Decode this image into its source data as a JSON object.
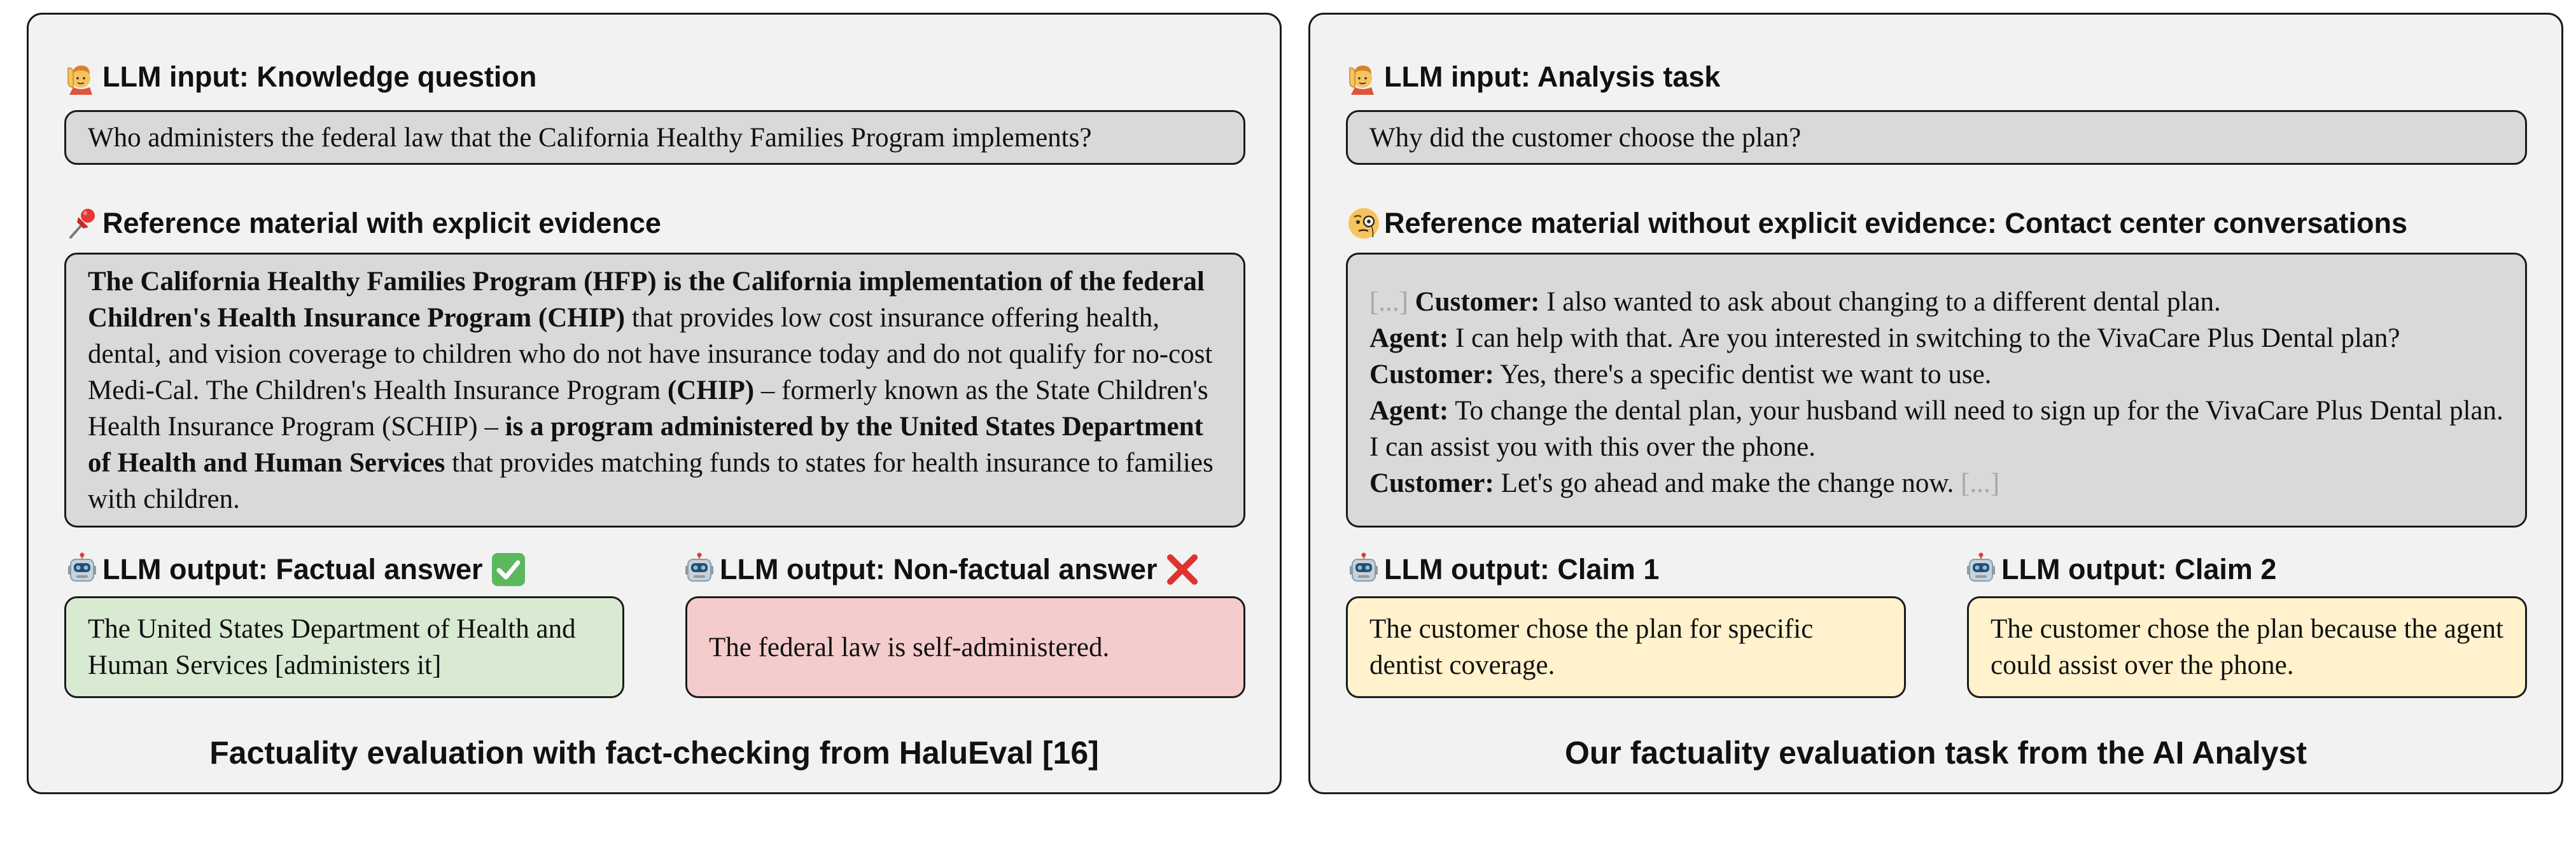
{
  "left": {
    "input_heading": "LLM input: Knowledge question",
    "question": "Who administers the federal law that the California Healthy Families Program implements?",
    "reference_heading": "Reference material with explicit evidence",
    "reference": {
      "b1": "The California Healthy Families Program (HFP) is the California implementation of the federal Children's Health Insurance Program (CHIP)",
      "t1": " that provides low cost insurance offering health, dental, and vision coverage to children who do not have insurance today and do not qualify for no-cost Medi-Cal. The Children's Health Insurance Program ",
      "b2": "(CHIP)",
      "t2": " – formerly known as the State Children's Health Insurance Program (SCHIP) – ",
      "b3": "is a program administered by the United States Department of Health and Human Services",
      "t3": " that provides matching funds to states for health insurance to families with children."
    },
    "output_factual_heading": "LLM output: Factual answer",
    "output_factual": "The United States Department of Health and Human Services [administers it]",
    "output_nonfactual_heading": "LLM output: Non-factual answer",
    "output_nonfactual": "The federal law is self-administered.",
    "caption": "Factuality evaluation with fact-checking from HaluEval [16]"
  },
  "right": {
    "input_heading": "LLM input: Analysis task",
    "question": "Why did the customer choose the plan?",
    "reference_heading": "Reference material without explicit evidence: Contact center conversations",
    "conversation": {
      "ellipsis_start": "[...]",
      "ellipsis_end": "[...]",
      "turns": [
        {
          "speaker": "Customer:",
          "text": "I also wanted to ask about changing to a different dental plan."
        },
        {
          "speaker": "Agent:",
          "text": "I can help with that. Are you interested in switching to the VivaCare Plus Dental plan?"
        },
        {
          "speaker": "Customer:",
          "text": "Yes, there's a specific dentist we want to use."
        },
        {
          "speaker": "Agent:",
          "text": "To change the dental plan, your husband will need to sign up for the VivaCare Plus Dental plan. I can assist you with this over the phone."
        },
        {
          "speaker": "Customer:",
          "text": "Let's go ahead and make the change now."
        }
      ]
    },
    "claim1_heading": "LLM output: Claim 1",
    "claim1": "The customer chose the plan for specific dentist coverage.",
    "claim2_heading": "LLM output: Claim 2",
    "claim2": "The customer chose the plan because the agent could assist over the phone.",
    "caption": "Our factuality evaluation task from the AI Analyst"
  },
  "icons": {
    "input": "person-raising-hand-icon",
    "reference_explicit": "pushpin-icon",
    "reference_implicit": "face-with-monocle-icon",
    "output": "robot-icon",
    "correct": "check-mark-button-icon",
    "incorrect": "cross-mark-icon"
  },
  "colors": {
    "panel": "#f2f2f2",
    "gray_box": "#d9d9d9",
    "factual_box": "#d9ead3",
    "nonfactual_box": "#f4cccc",
    "claim_box": "#fff2cc",
    "check": "#5cb85c",
    "cross": "#e0322f"
  }
}
